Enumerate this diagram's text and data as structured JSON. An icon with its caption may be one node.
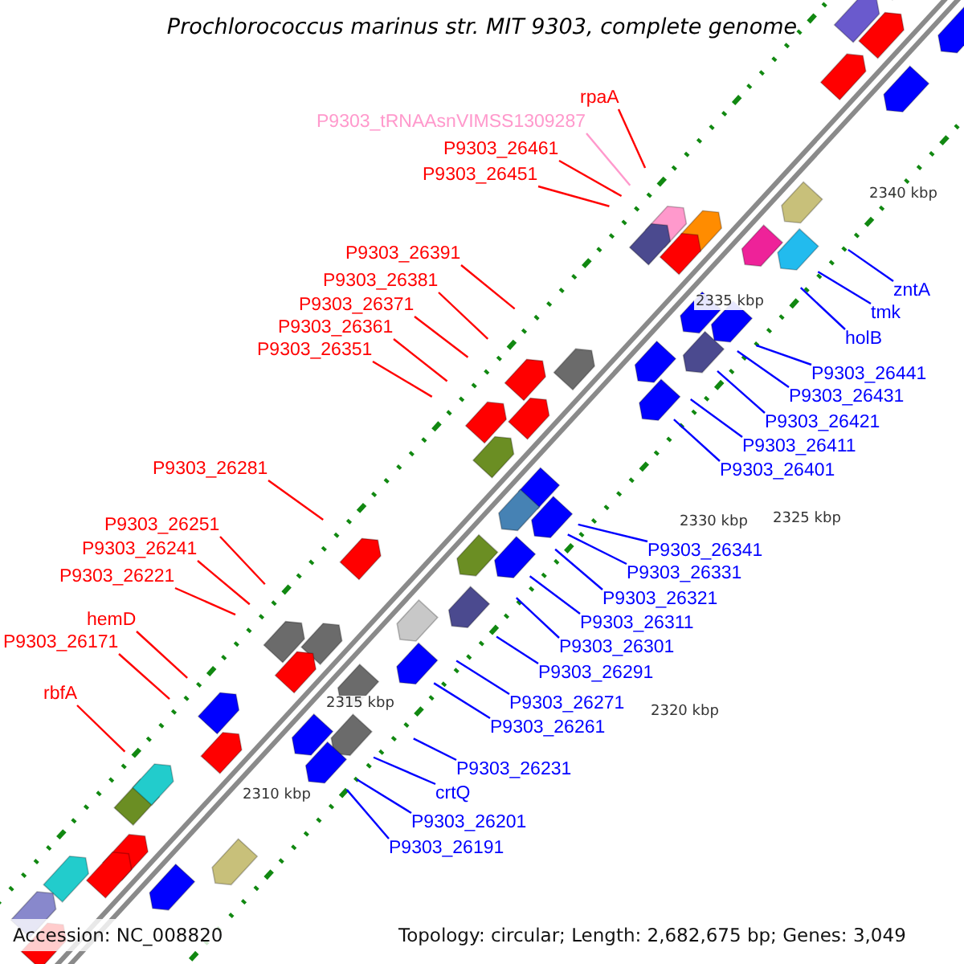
{
  "diagram": {
    "title": "Prochlorococcus marinus str. MIT 9303, complete genome",
    "nodes": [
      {
        "text": [
          "rpaA"
        ]
      },
      {
        "text": [
          "P9303_tRNAAsnVIMSS1309287"
        ]
      },
      {
        "text": [
          "P9303_26461"
        ]
      },
      {
        "text": [
          "P9303_26451"
        ]
      },
      {
        "text": [
          "P9303_26391"
        ]
      },
      {
        "text": [
          "P9303_26381"
        ]
      },
      {
        "text": [
          "P9303_26371"
        ]
      },
      {
        "text": [
          "P9303_26361"
        ]
      },
      {
        "text": [
          "P9303_26351"
        ]
      },
      {
        "text": [
          "P9303_26281"
        ]
      },
      {
        "text": [
          "P9303_26251"
        ]
      },
      {
        "text": [
          "P9303_26241"
        ]
      },
      {
        "text": [
          "P9303_26221"
        ]
      },
      {
        "text": [
          "hemD"
        ]
      },
      {
        "text": [
          "P9303_26171"
        ]
      },
      {
        "text": [
          "rbfA"
        ]
      },
      {
        "text": [
          "zntA"
        ]
      },
      {
        "text": [
          "tmk"
        ]
      },
      {
        "text": [
          "holB"
        ]
      },
      {
        "text": [
          "P9303_26441"
        ]
      },
      {
        "text": [
          "P9303_26431"
        ]
      },
      {
        "text": [
          "P9303_26421"
        ]
      },
      {
        "text": [
          "P9303_26411"
        ]
      },
      {
        "text": [
          "P9303_26401"
        ]
      },
      {
        "text": [
          "P9303_26341"
        ]
      },
      {
        "text": [
          "P9303_26331"
        ]
      },
      {
        "text": [
          "P9303_26321"
        ]
      },
      {
        "text": [
          "P9303_26311"
        ]
      },
      {
        "text": [
          "P9303_26301"
        ]
      },
      {
        "text": [
          "P9303_26291"
        ]
      },
      {
        "text": [
          "P9303_26271"
        ]
      },
      {
        "text": [
          "P9303_26261"
        ]
      },
      {
        "text": [
          "P9303_26231"
        ]
      },
      {
        "text": [
          "crtQ"
        ]
      },
      {
        "text": [
          "P9303_26201"
        ]
      },
      {
        "text": [
          "P9303_26191"
        ]
      }
    ],
    "edges": [
      {
        "from": 0,
        "to": null,
        "arrow": "none",
        "color": "#ff0000"
      },
      {
        "from": 1,
        "to": null,
        "arrow": "none",
        "color": "#ff99cc"
      },
      {
        "from": 2,
        "to": null,
        "arrow": "none",
        "color": "#ff0000"
      },
      {
        "from": 3,
        "to": null,
        "arrow": "none",
        "color": "#ff0000"
      },
      {
        "from": 4,
        "to": null,
        "arrow": "none",
        "color": "#ff0000"
      },
      {
        "from": 5,
        "to": null,
        "arrow": "none",
        "color": "#ff0000"
      },
      {
        "from": 6,
        "to": null,
        "arrow": "none",
        "color": "#ff0000"
      },
      {
        "from": 7,
        "to": null,
        "arrow": "none",
        "color": "#ff0000"
      },
      {
        "from": 8,
        "to": null,
        "arrow": "none",
        "color": "#ff0000"
      },
      {
        "from": 9,
        "to": null,
        "arrow": "none",
        "color": "#ff0000"
      },
      {
        "from": 10,
        "to": null,
        "arrow": "none",
        "color": "#ff0000"
      },
      {
        "from": 11,
        "to": null,
        "arrow": "none",
        "color": "#ff0000"
      },
      {
        "from": 12,
        "to": null,
        "arrow": "none",
        "color": "#ff0000"
      },
      {
        "from": 13,
        "to": null,
        "arrow": "none",
        "color": "#ff0000"
      },
      {
        "from": 14,
        "to": null,
        "arrow": "none",
        "color": "#ff0000"
      },
      {
        "from": 15,
        "to": null,
        "arrow": "none",
        "color": "#ff0000"
      },
      {
        "from": 16,
        "to": null,
        "arrow": "none"
      },
      {
        "from": 17,
        "to": null,
        "arrow": "none"
      },
      {
        "from": 18,
        "to": null,
        "arrow": "none"
      },
      {
        "from": 19,
        "to": null,
        "arrow": "none"
      },
      {
        "from": 20,
        "to": null,
        "arrow": "none"
      },
      {
        "from": 21,
        "to": null,
        "arrow": "none"
      },
      {
        "from": 22,
        "to": null,
        "arrow": "none"
      },
      {
        "from": 23,
        "to": null,
        "arrow": "none"
      },
      {
        "from": 24,
        "to": null,
        "arrow": "none"
      },
      {
        "from": 25,
        "to": null,
        "arrow": "none"
      },
      {
        "from": 26,
        "to": null,
        "arrow": "none"
      },
      {
        "from": 27,
        "to": null,
        "arrow": "none"
      },
      {
        "from": 28,
        "to": null,
        "arrow": "none"
      },
      {
        "from": 29,
        "to": null,
        "arrow": "none"
      },
      {
        "from": 30,
        "to": null,
        "arrow": "none"
      },
      {
        "from": 31,
        "to": null,
        "arrow": "none"
      },
      {
        "from": 32,
        "to": null,
        "arrow": "none"
      },
      {
        "from": 33,
        "to": null,
        "arrow": "none"
      },
      {
        "from": 34,
        "to": null,
        "arrow": "none"
      },
      {
        "from": 35,
        "to": null,
        "arrow": "none"
      }
    ],
    "labels": [
      "2340 kbp",
      "2335 kbp",
      "2330 kbp",
      "2325 kbp",
      "2320 kbp",
      "2315 kbp",
      "2310 kbp",
      "Accession: NC_008820",
      "Topology: circular; Length: 2,682,675 bp; Genes: 3,049"
    ]
  }
}
